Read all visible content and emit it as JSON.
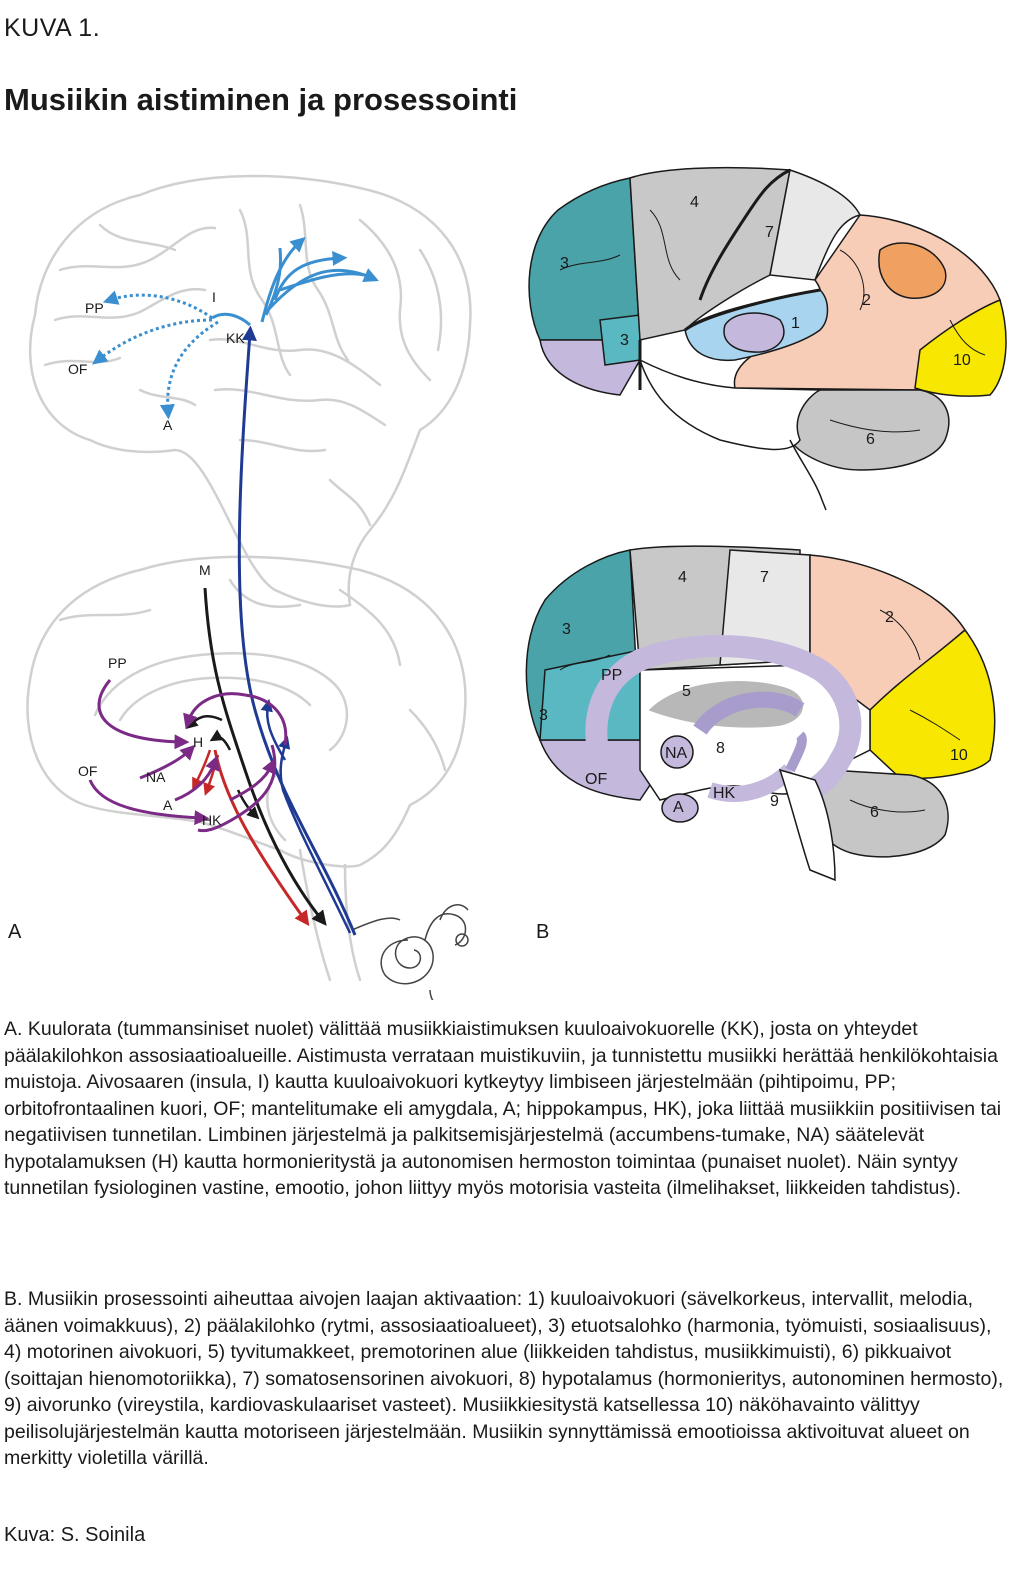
{
  "figure": {
    "label": "KUVA 1.",
    "title": "Musiikin aistiminen ja prosessointi",
    "credit": "Kuva: S. Soinila"
  },
  "panel_a": {
    "letter": "A",
    "labels": {
      "pp_top": "PP",
      "of_top": "OF",
      "a_top": "A",
      "i": "I",
      "kk": "KK",
      "m": "M",
      "pp": "PP",
      "of": "OF",
      "na": "NA",
      "a": "A",
      "h": "H",
      "hk": "HK"
    },
    "colors": {
      "auditory": "#1f3a93",
      "association": "#3a8fd0",
      "limbic": "#7b2a86",
      "hormonal": "#c62828",
      "motor": "#1a1a1a"
    }
  },
  "panel_b": {
    "letter": "B",
    "lateral_labels": {
      "r1": "1",
      "r2": "2",
      "r3a": "3",
      "r3b": "3",
      "r4": "4",
      "r6": "6",
      "r7": "7",
      "r10": "10"
    },
    "medial_labels": {
      "r2": "2",
      "r3a": "3",
      "r3b": "3",
      "r4": "4",
      "r5": "5",
      "r6": "6",
      "r7": "7",
      "r8": "8",
      "r9": "9",
      "r10": "10",
      "pp": "PP",
      "na": "NA",
      "of": "OF",
      "a": "A",
      "hk": "HK"
    },
    "colors": {
      "frontal": "#4aa3a8",
      "motor": "#c8c8c8",
      "somatosensory": "#e8e8e8",
      "parietal": "#f7cdb8",
      "parietal_core": "#f0a060",
      "auditory": "#a8d4f0",
      "emotion": "#c4b8dc",
      "visual": "#f8e700",
      "cerebellum": "#c6c6c6"
    }
  },
  "captions": {
    "a": "A. Kuulorata (tummansiniset nuolet) välittää musiikkiaistimuksen kuuloaivokuorelle (KK), josta on yhteydet päälakilohkon assosiaatioalueille. Aistimusta verrataan muistikuviin, ja tunnistettu musiikki herättää henkilökohtaisia muistoja. Aivosaaren (insula, I) kautta kuuloaivokuori kytkeytyy limbiseen järjestelmään (pihtipoimu, PP; orbitofrontaalinen kuori, OF; mantelitumake eli amygdala, A; hippokampus, HK), joka liittää musiikkiin positiivisen tai negatiivisen tunnetilan. Limbinen järjestelmä ja palkitsemisjärjestelmä (accumbens-tumake, NA) säätelevät hypotalamuksen (H) kautta hormonieritystä ja autonomisen hermoston toimintaa (punaiset nuolet). Näin syntyy tunnetilan fysiologinen vastine, emootio, johon liittyy myös motorisia vasteita (ilmelihakset, liikkeiden tahdistus).",
    "b": "B. Musiikin prosessointi aiheuttaa aivojen laajan aktivaation: 1) kuuloaivokuori (sävelkorkeus, intervallit, melodia, äänen voimakkuus), 2) päälakilohko (rytmi, assosiaatioalueet), 3) etuotsalohko (harmonia, työmuisti, sosiaalisuus), 4) motorinen aivokuori, 5) tyvitumakkeet, premotorinen alue (liikkeiden tahdistus, musiikkimuisti), 6) pikkuaivot (soittajan hienomotoriikka), 7) somatosensorinen aivokuori, 8) hypotalamus (hormonieritys, autonominen hermosto), 9) aivorunko (vireystila, kardiovaskulaariset vasteet). Musiikkiesitystä katsellessa 10) näköhavainto välittyy peilisolujärjestelmän kautta motoriseen järjestelmään. Musiikin synnyttämissä emootioissa aktivoituvat alueet on merkitty violetilla värillä."
  }
}
